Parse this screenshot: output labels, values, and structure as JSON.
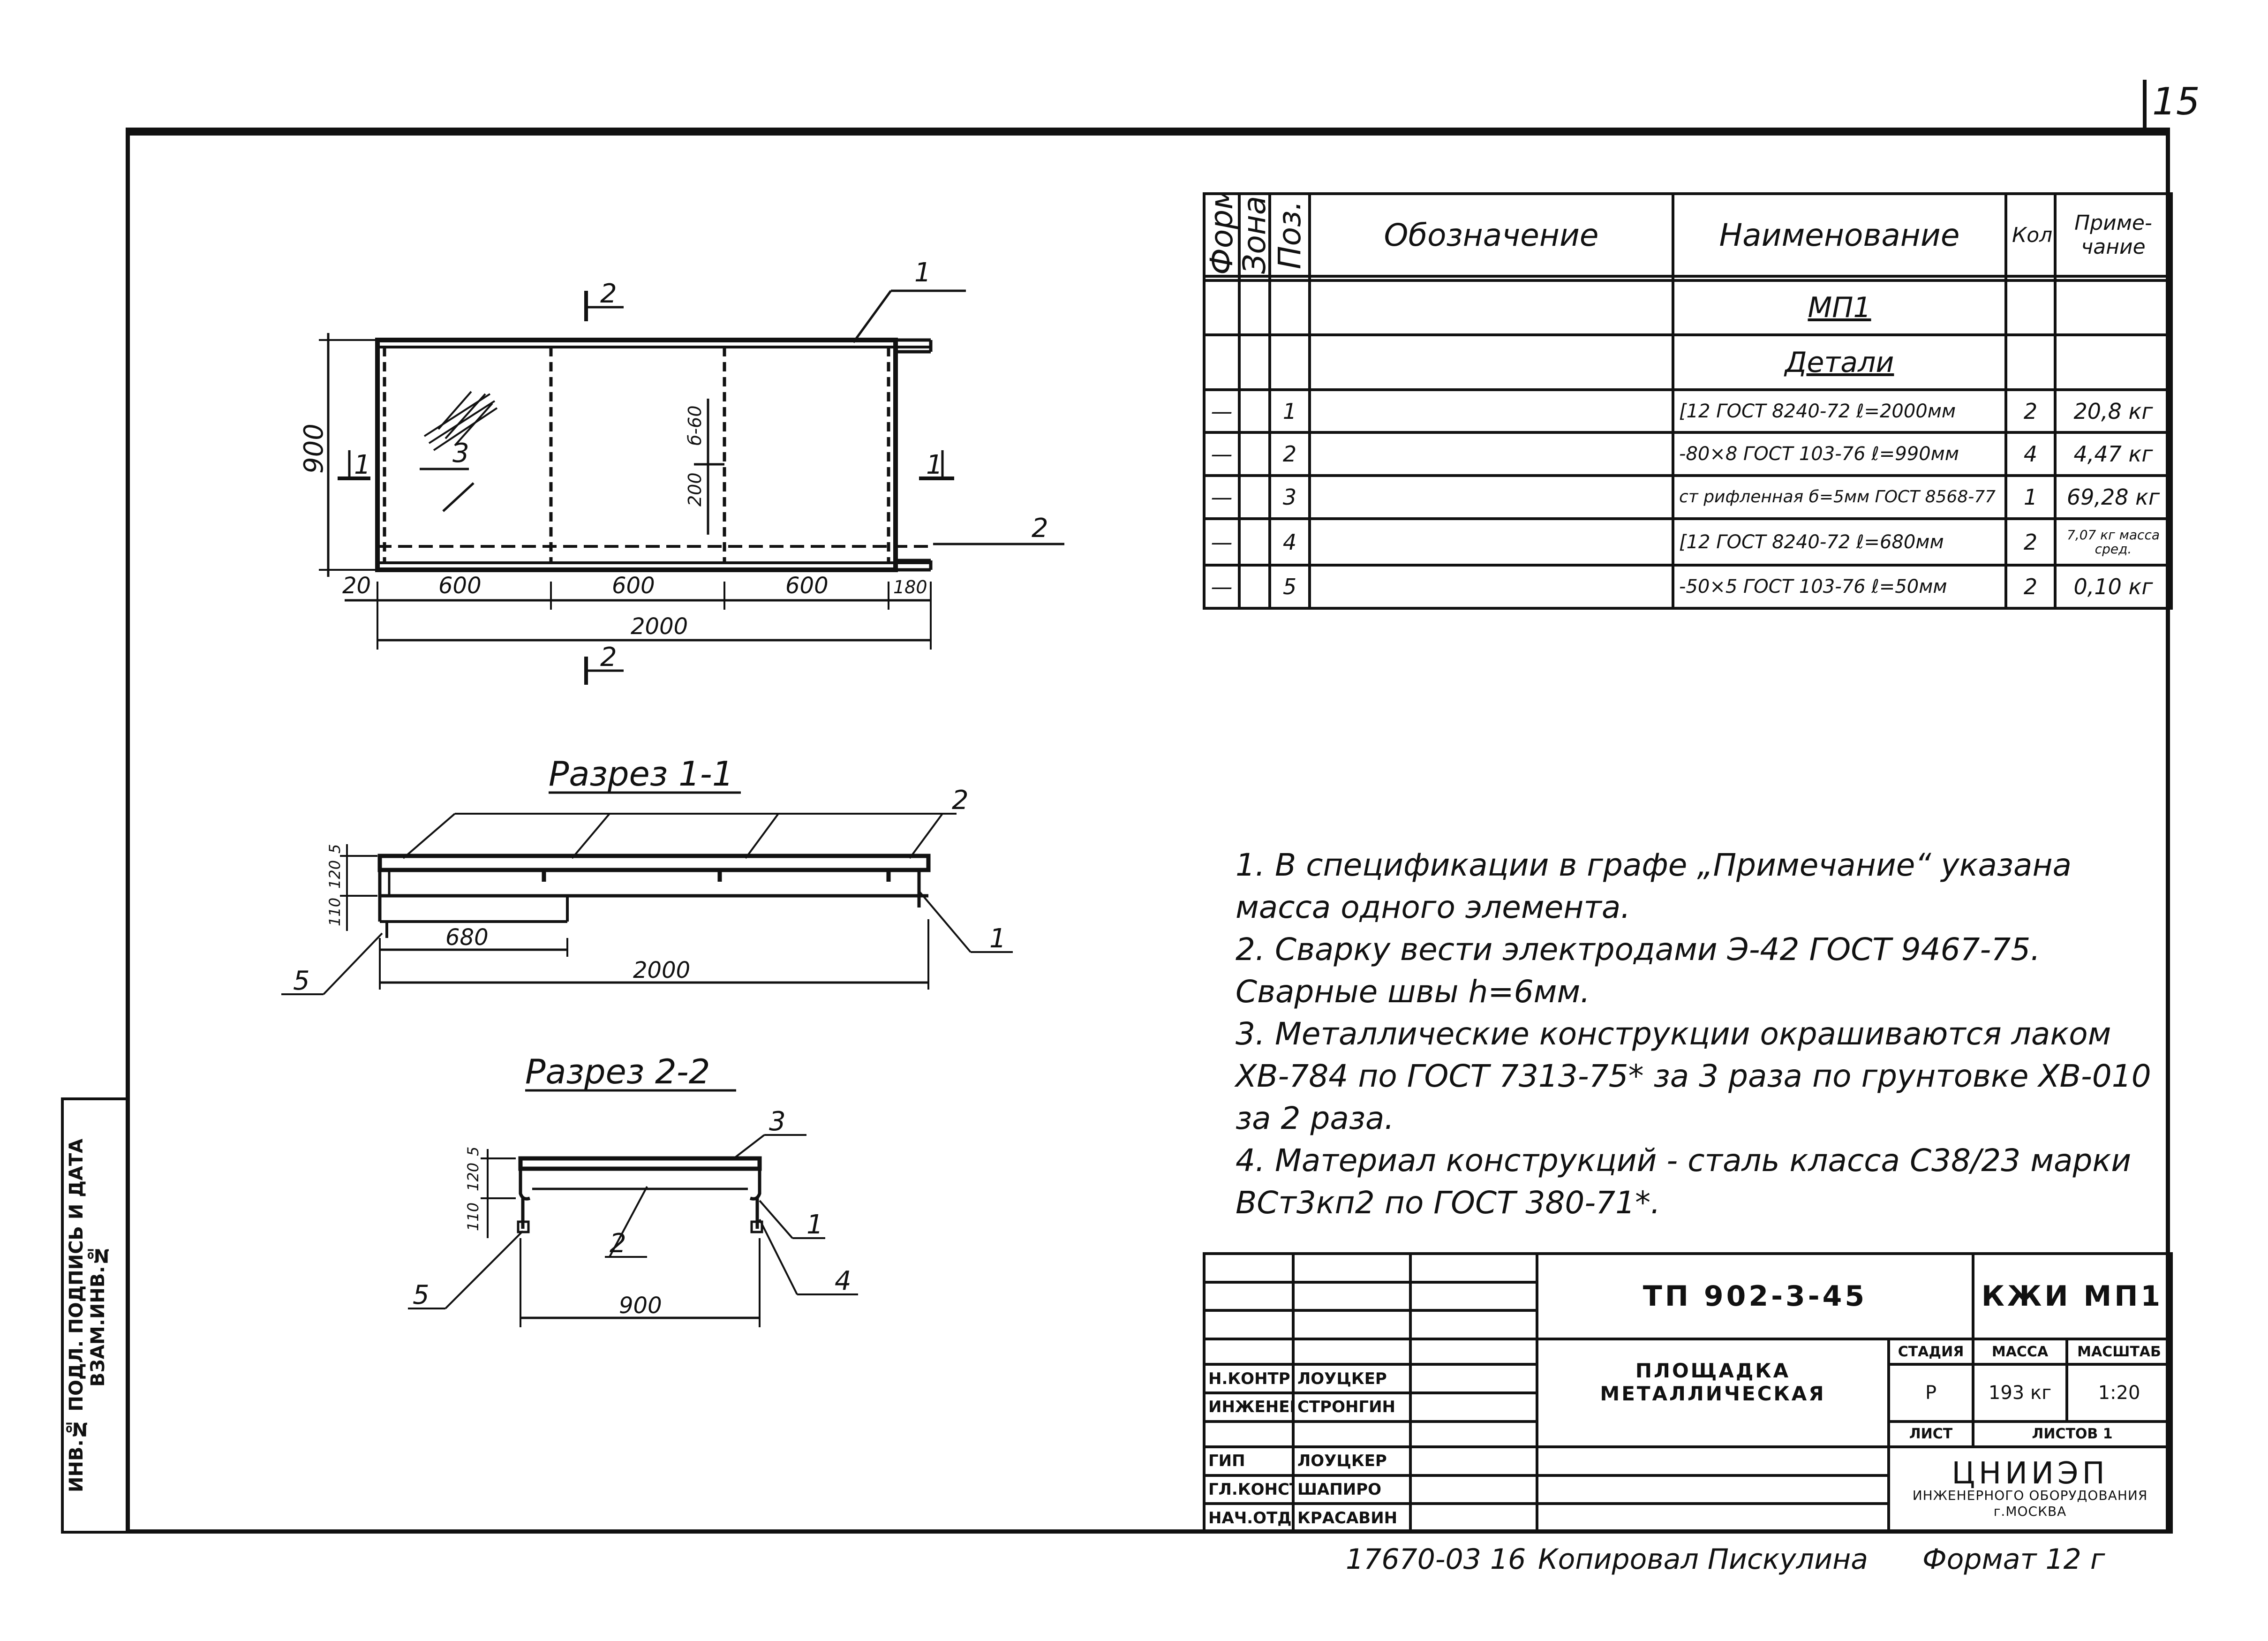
{
  "sheet_number": "15",
  "plan_view": {
    "dims": [
      "20",
      "600",
      "600",
      "600",
      "180",
      "2000",
      "900",
      "200",
      "б-60"
    ],
    "callouts": [
      "1",
      "2",
      "3"
    ],
    "section_marks": [
      "2",
      "2",
      "1",
      "1"
    ]
  },
  "section_1": {
    "title": "Разрез 1-1",
    "dims": [
      "5",
      "120",
      "110",
      "680",
      "2000"
    ],
    "callouts": [
      "2",
      "1",
      "5"
    ]
  },
  "section_2": {
    "title": "Разрез 2-2",
    "dims": [
      "5",
      "120",
      "110",
      "900"
    ],
    "callouts": [
      "3",
      "1",
      "2",
      "4",
      "5"
    ]
  },
  "spec": {
    "headers": {
      "format": "Формат",
      "zone": "Зона",
      "pos": "Поз.",
      "designation": "Обозначение",
      "name": "Наименование",
      "qty": "Кол",
      "note": "Приме-чание"
    },
    "group_title": "МП1",
    "group_subtitle": "Детали",
    "rows": [
      {
        "dash": "—",
        "pos": "1",
        "name": "[12 ГОСТ 8240-72 ℓ=2000мм",
        "qty": "2",
        "note": "20,8 кг"
      },
      {
        "dash": "—",
        "pos": "2",
        "name": "-80×8 ГОСТ 103-76 ℓ=990мм",
        "qty": "4",
        "note": "4,47 кг"
      },
      {
        "dash": "—",
        "pos": "3",
        "name": "ст рифленная б=5мм ГОСТ 8568-77",
        "qty": "1",
        "note": "69,28 кг"
      },
      {
        "dash": "—",
        "pos": "4",
        "name": "[12 ГОСТ 8240-72 ℓ=680мм",
        "qty": "2",
        "note": "7,07 кг масса сред."
      },
      {
        "dash": "—",
        "pos": "5",
        "name": "-50×5 ГОСТ 103-76 ℓ=50мм",
        "qty": "2",
        "note": "0,10 кг"
      }
    ]
  },
  "notes": [
    "1. В спецификации в графе „Примечание“ указана масса одного элемента.",
    "2. Сварку вести электродами Э-42 ГОСТ 9467-75. Сварные швы h=6мм.",
    "3. Металлические конструкции окрашиваются лаком ХВ-784 по ГОСТ 7313-75* за 3 раза по грунтовке ХВ-010 за 2 раза.",
    "4. Материал конструкций - сталь класса С38/23 марки ВСт3кп2 по ГОСТ 380-71*."
  ],
  "title_block": {
    "doc_code": "ТП 902-3-45",
    "doc_part": "КЖИ МП1",
    "title_line1": "ПЛОЩАДКА",
    "title_line2": "МЕТАЛЛИЧЕСКАЯ",
    "stage_label": "СТАДИЯ",
    "mass_label": "МАССА",
    "scale_label": "МАСШТАБ",
    "stage": "Р",
    "mass": "193 кг",
    "scale": "1:20",
    "sheet_label": "ЛИСТ",
    "sheets_label": "ЛИСТОВ 1",
    "org_name": "ЦНИИЭП",
    "org_sub1": "ИНЖЕНЕРНОГО ОБОРУДОВАНИЯ",
    "org_sub2": "г.МОСКВА",
    "people": [
      {
        "role": "Н.КОНТР",
        "name": "ЛОУЦКЕР"
      },
      {
        "role": "ИНЖЕНЕР",
        "name": "СТРОНГИН"
      },
      {
        "role": "ГИП",
        "name": "ЛОУЦКЕР"
      },
      {
        "role": "ГЛ.КОНСТР",
        "name": "ШАПИРО"
      },
      {
        "role": "НАЧ.ОТД",
        "name": "КРАСАВИН"
      }
    ]
  },
  "left_strip": "ИНВ.№ ПОДЛ.   ПОДПИСЬ И ДАТА   ВЗАМ.ИНВ.№",
  "footer": {
    "inv": "17670-03 16",
    "copied": "Копировал Пискулина",
    "format": "Формат 12 г"
  }
}
